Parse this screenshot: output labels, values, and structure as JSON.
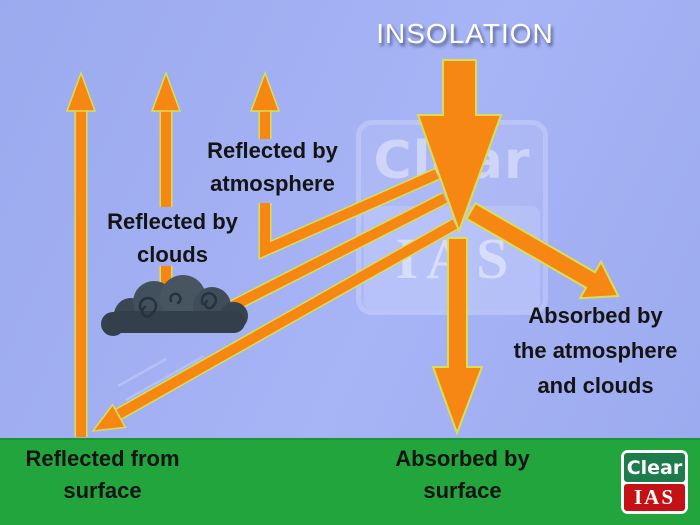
{
  "title": "INSOLATION",
  "annotations": {
    "reflected_atmosphere": {
      "line1": "Reflected by",
      "line2": "atmosphere"
    },
    "reflected_clouds": {
      "line1": "Reflected by",
      "line2": "clouds"
    },
    "absorbed_atmosphere": {
      "line1": "Absorbed by",
      "line2": "the atmosphere",
      "line3": "and clouds"
    },
    "reflected_surface": {
      "line1": "Reflected from",
      "line2": "surface"
    },
    "absorbed_surface": {
      "line1": "Absorbed by",
      "line2": "surface"
    }
  },
  "watermark": {
    "top": "Clear",
    "bottom": "IAS"
  },
  "logo": {
    "top": "Clear",
    "bottom": "IAS"
  },
  "icons": {
    "cloud": "storm-cloud-icon",
    "arrows": [
      "insolation-down-arrow",
      "reflected-by-atmosphere-arrow",
      "reflected-by-clouds-arrow",
      "reflected-from-surface-arrow",
      "surface-incident-ray-arrow",
      "absorbed-by-atmosphere-arrow",
      "absorbed-by-surface-arrow"
    ]
  },
  "colors": {
    "background_top": "#a7b4f6",
    "background_bottom": "#9baaee",
    "arrow_fill": "#f68712",
    "arrow_outline": "#d9df55",
    "ground_green": "#23a53d",
    "ground_green_dark": "#1c9334",
    "cloud_main": "#3e4d59",
    "cloud_light": "#46555f",
    "cloud_shadow": "#333f4a",
    "label_text": "#141414",
    "title_text": "#ffffff",
    "logo_green": "#1e7b4b",
    "logo_red": "#c41113"
  }
}
